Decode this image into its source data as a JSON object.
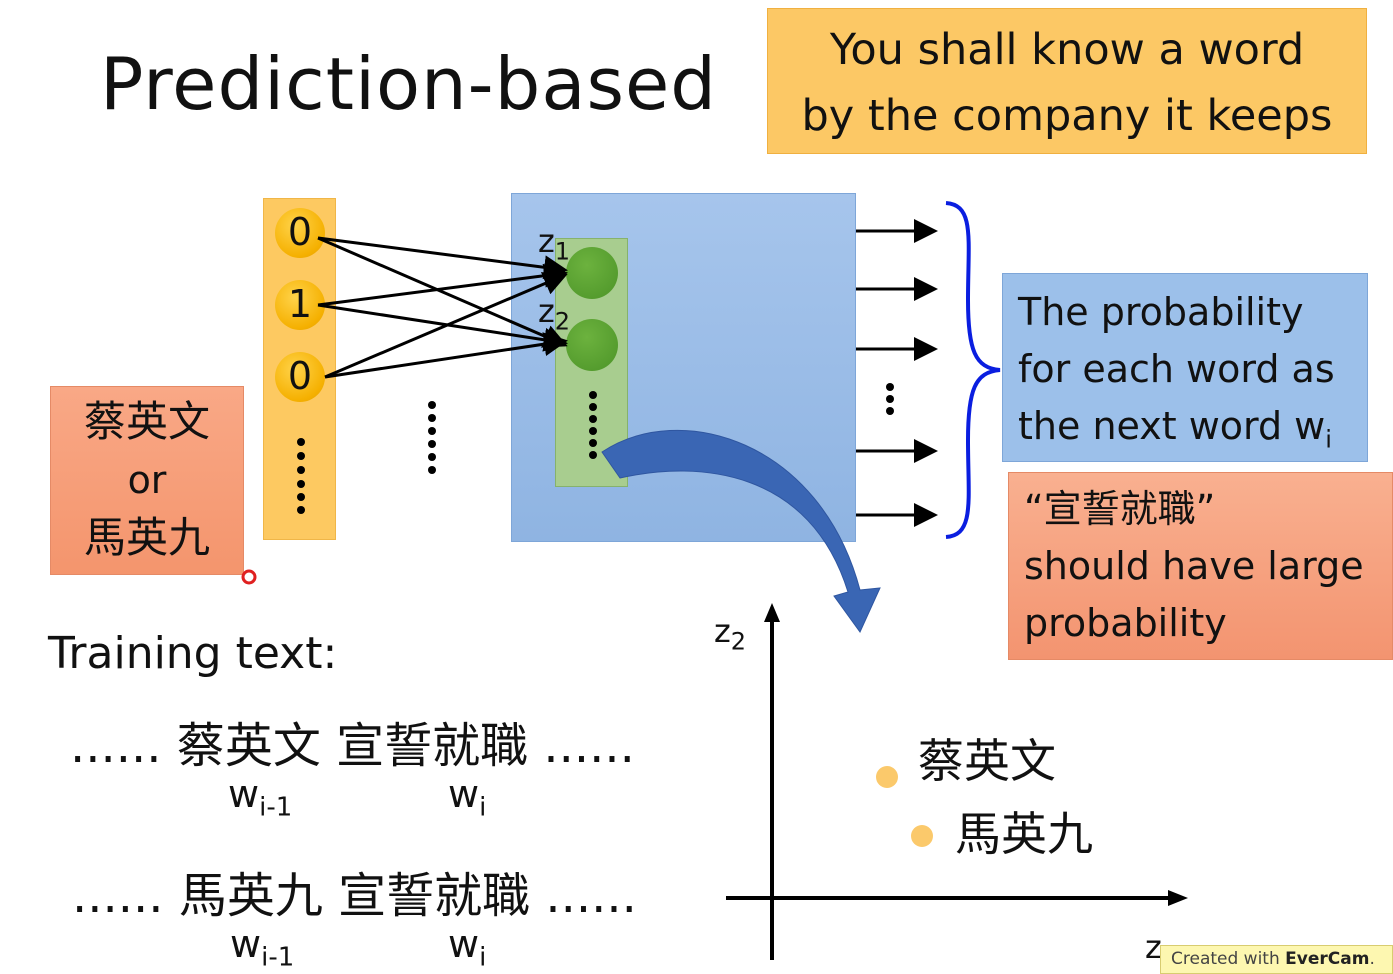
{
  "title": "Prediction-based",
  "quote": {
    "line1": "You shall know a word",
    "line2": "by the company it keeps"
  },
  "input_vector": [
    "0",
    "1",
    "0"
  ],
  "input_word": {
    "line1": "蔡英文",
    "line2": "or",
    "line3": "馬英九"
  },
  "hidden_labels": {
    "z1": "z",
    "z1_sub": "1",
    "z2": "z",
    "z2_sub": "2"
  },
  "probability_box": {
    "line1": "The probability",
    "line2": "for each word as",
    "line3": "the next word w",
    "line3_sub": "i"
  },
  "target_box": {
    "line1": "“宣誓就職”",
    "line2": "should have large",
    "line3": "probability"
  },
  "training": {
    "heading": "Training text:",
    "rows": [
      {
        "prefix": "......",
        "w1": "蔡英文",
        "w2": "宣誓就職",
        "suffix": "......",
        "label1": "w",
        "label1_sub": "i-1",
        "label2": "w",
        "label2_sub": "i"
      },
      {
        "prefix": "......",
        "w1": "馬英九",
        "w2": "宣誓就職",
        "suffix": "......",
        "label1": "w",
        "label1_sub": "i-1",
        "label2": "w",
        "label2_sub": "i"
      }
    ]
  },
  "plot": {
    "y_axis": "z",
    "y_axis_sub": "2",
    "x_axis": "z",
    "points": [
      {
        "label": "蔡英文"
      },
      {
        "label": "馬英九"
      }
    ],
    "point_color": "#fbc96b"
  },
  "watermark": {
    "prefix": "Created with ",
    "brand": "EverCam",
    "suffix": "."
  },
  "colors": {
    "quote": "#fcc865",
    "hidden_layer": "#9cc0ea",
    "brace": "#0a1ee0",
    "curve_arrow": "#3a66b4"
  }
}
